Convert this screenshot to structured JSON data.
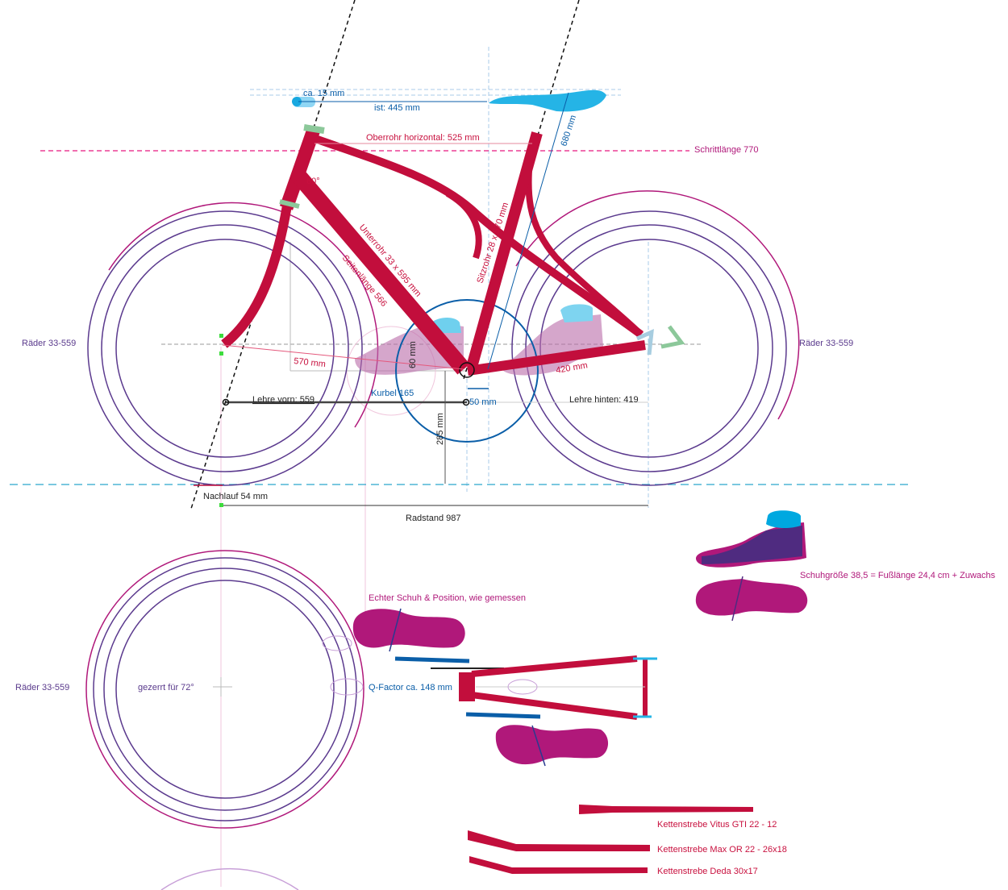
{
  "colors": {
    "frame": "#c20e3c",
    "wheel": "#5b3a8e",
    "wheel_accent": "#b0187a",
    "crank": "#0a5ea8",
    "saddle": "#25b4e6",
    "shoe": "#b0187a",
    "crotch_line": "#e6187f",
    "ground_line": "#2aa6cc"
  },
  "labels": {
    "bar_reach": "ca. 15 mm",
    "reach_actual": "ist: 445 mm",
    "top_tube": "Oberrohr horizontal: 525 mm",
    "inseam": "Schrittlänge 770",
    "saddle_height": "680 mm",
    "head_angle": "60°",
    "down_tube": "Unterrohr 33 x 595 mm",
    "side_length": "Seitenlänge 566",
    "seat_tube": "Sitzrohr 28 x 570 mm",
    "wheels_front": "Räder 33-559",
    "wheels_rear": "Räder 33-559",
    "wheels_bottom": "Räder 33-559",
    "foot_front_dist": "570 mm",
    "bb_drop": "60 mm",
    "chainstay": "420 mm",
    "crank": "Kurbel 165",
    "setback": "50 mm",
    "gauge_front": "Lehre vorn: 559",
    "gauge_rear": "Lehre hinten: 419",
    "bb_height": "285 mm",
    "trail": "Nachlauf 54 mm",
    "wheelbase": "Radstand 987",
    "shoe_size": "Schuhgröße 38,5 = Fußlänge 24,4 cm + Zuwachs",
    "real_shoe": "Echter Schuh & Position, wie gemessen",
    "stretched": "gezerrt für 72°",
    "q_factor": "Q-Factor ca. 148 mm",
    "cs_vitus": "Kettenstrebe Vitus GTI 22 - 12",
    "cs_max": "Kettenstrebe Max OR 22 - 26x18",
    "cs_deda": "Kettenstrebe Deda 30x17"
  }
}
